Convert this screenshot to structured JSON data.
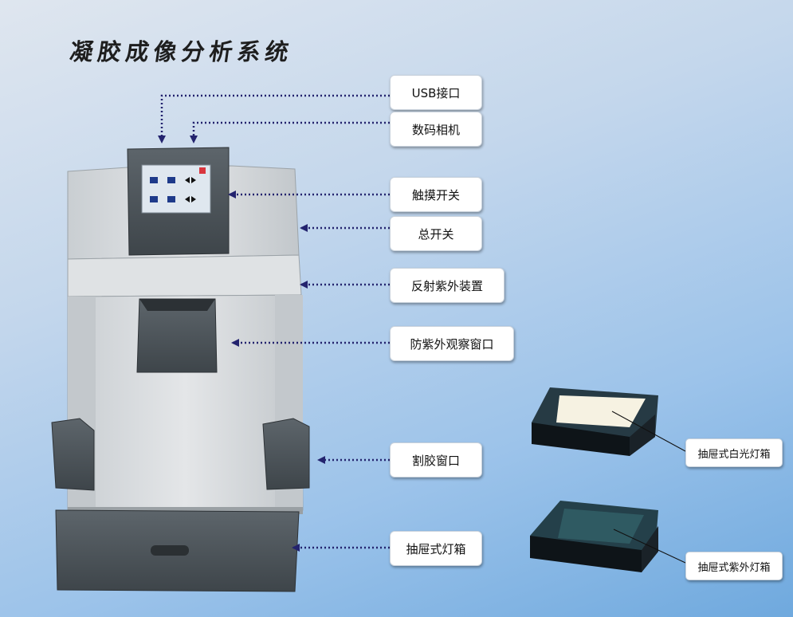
{
  "title": "凝胶成像分析系统",
  "labels": {
    "usb": "USB接口",
    "camera": "数码相机",
    "touch_switch": "触摸开关",
    "main_switch": "总开关",
    "reflect_uv": "反射紫外装置",
    "uv_window": "防紫外观察窗口",
    "cut_window": "割胶窗口",
    "drawer_box": "抽屉式灯箱",
    "white_box": "抽屉式白光灯箱",
    "uv_box": "抽屉式紫外灯箱"
  },
  "colors": {
    "arrow": "#23236e",
    "cabinet": "#d6dadd",
    "dark_panel": "#4b5257"
  }
}
